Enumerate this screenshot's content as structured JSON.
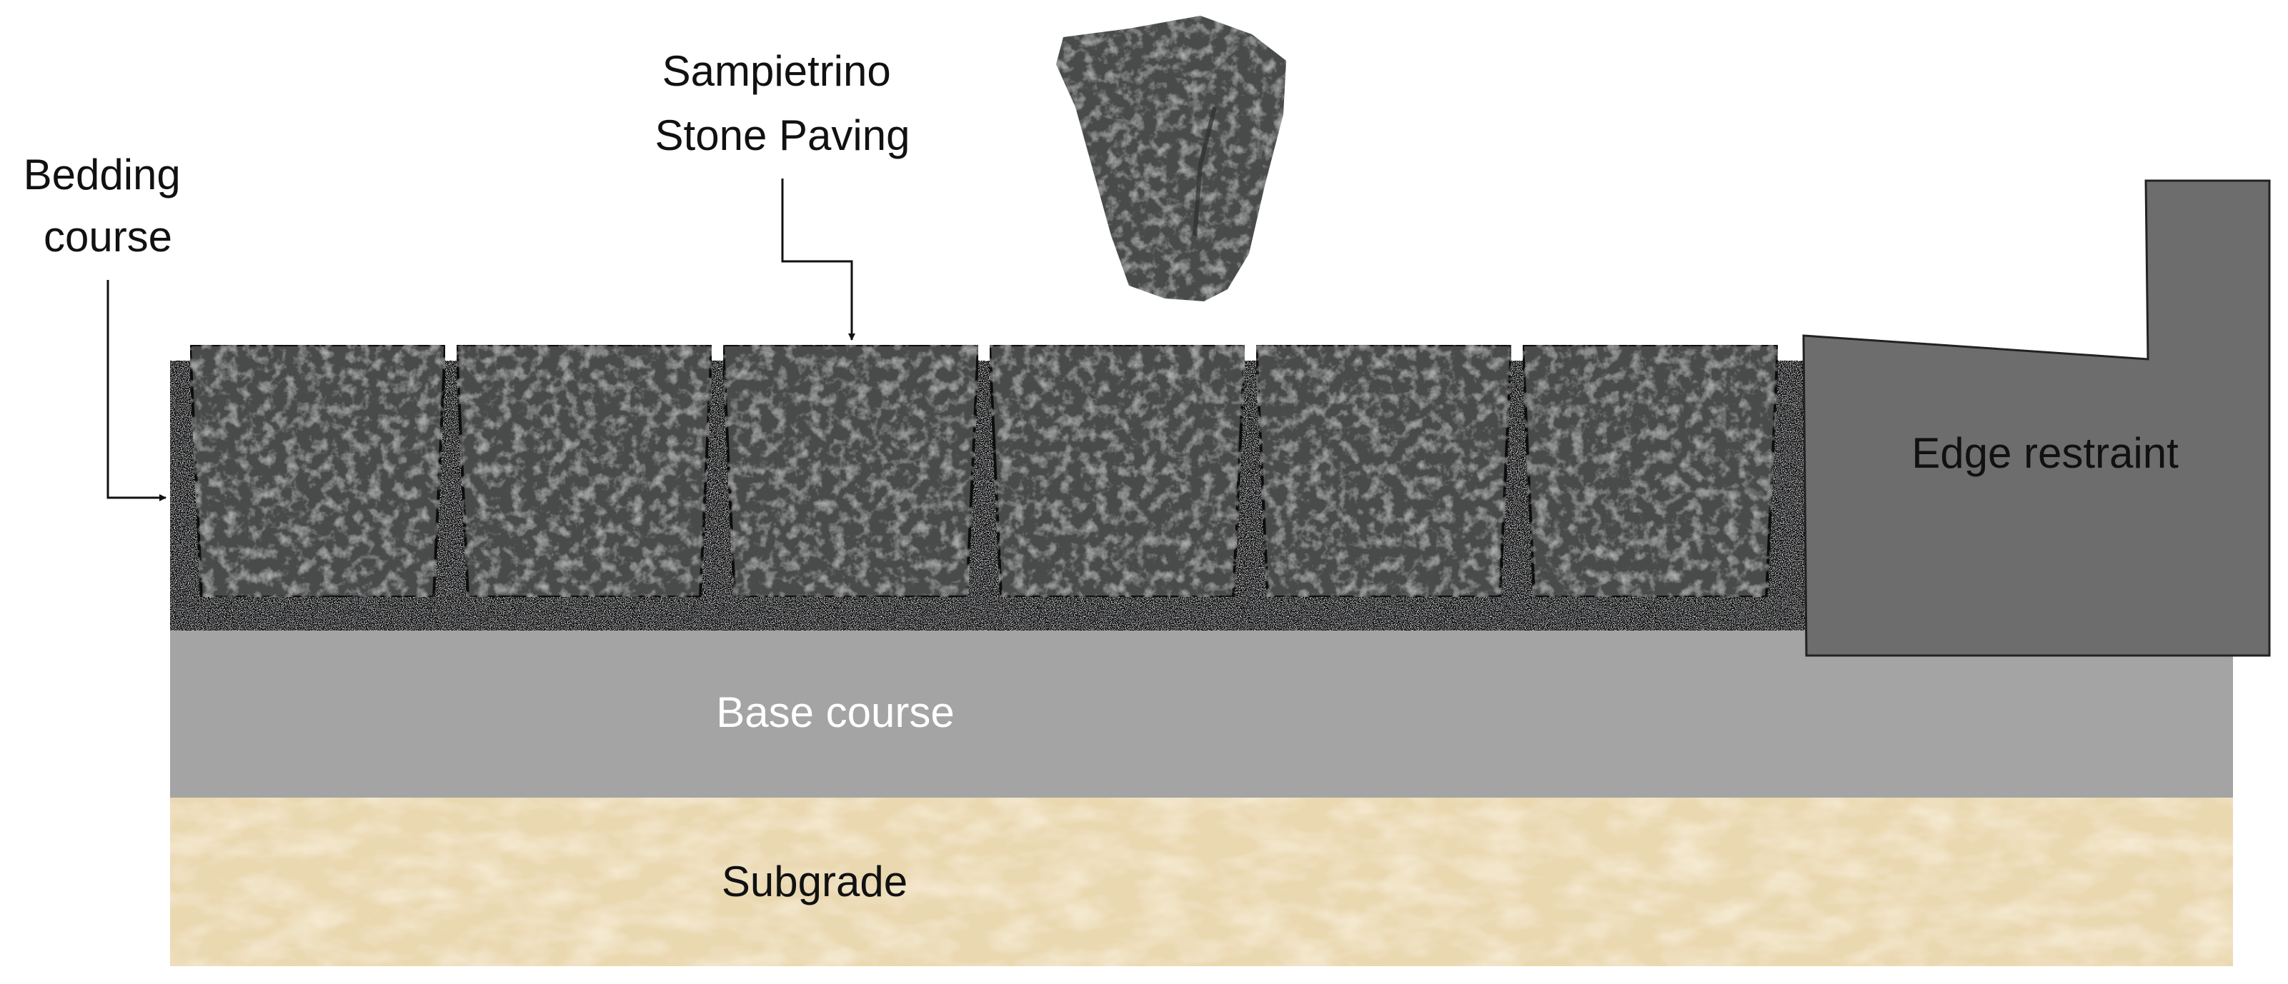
{
  "labels": {
    "stone_paving": [
      "Sampietrino",
      "Stone Paving"
    ],
    "bedding_course": [
      "Bedding",
      "course"
    ],
    "edge_restraint": "Edge restraint",
    "base_course": "Base course",
    "subgrade": "Subgrade"
  },
  "icons": {
    "single_stone": "sampietrino-stone-icon"
  },
  "paving_stones": {
    "count": 6
  },
  "colors": {
    "stone": "#4a4c4b",
    "stone_outline": "#111111",
    "bedding": "#cfd0d3",
    "base_course": "#a4a4a4",
    "edge_restraint": "#6d6d6d",
    "subgrade": "#ead8b0",
    "label_light": "#ffffff",
    "label_dark": "#111111"
  }
}
